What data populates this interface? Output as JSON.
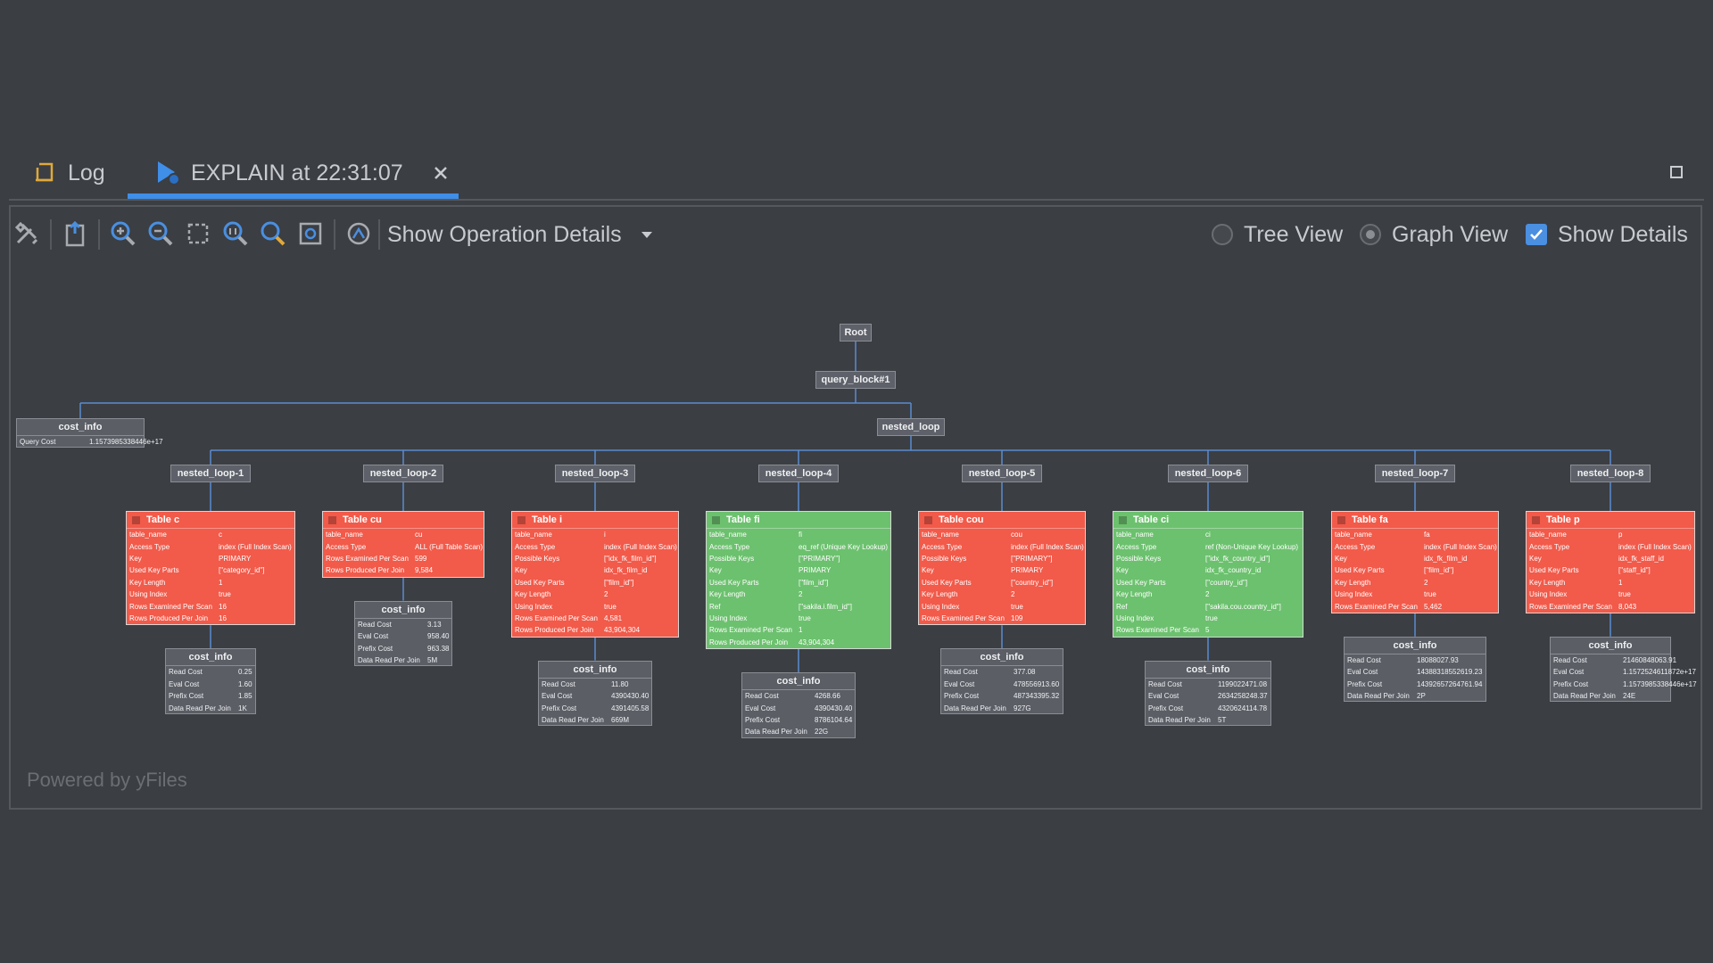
{
  "tabs": [
    {
      "label": "Log",
      "icon": "log-icon"
    },
    {
      "label": "EXPLAIN at 22:31:07",
      "icon": "explain-run-icon"
    }
  ],
  "toolbar": {
    "tools": [
      "settings-icon",
      "export-icon",
      "zoom-in-icon",
      "zoom-out-icon",
      "select-area-icon",
      "actual-size-icon",
      "find-icon",
      "fit-content-icon",
      "layout-icon"
    ],
    "details_dropdown": "Show Operation Details",
    "tree_view": "Tree View",
    "graph_view": "Graph View",
    "show_details": "Show Details",
    "selected_view": "Graph View",
    "show_details_checked": true
  },
  "footer": {
    "powered": "Powered by yFiles"
  },
  "colors": {
    "red": "#f25a4a",
    "green": "#6cc16e",
    "accent": "#3f8ee8"
  },
  "graph": {
    "root": "Root",
    "query_block": "query_block#1",
    "top_cost": {
      "title": "cost_info",
      "rows": [
        [
          "Query Cost",
          "1.1573985338446e+17"
        ]
      ]
    },
    "nested_loop": "nested_loop",
    "loops": [
      "nested_loop-1",
      "nested_loop-2",
      "nested_loop-3",
      "nested_loop-4",
      "nested_loop-5",
      "nested_loop-6",
      "nested_loop-7",
      "nested_loop-8"
    ],
    "tables": [
      {
        "title": "Table c",
        "color": "red",
        "rows": [
          [
            "table_name",
            "c"
          ],
          [
            "Access Type",
            "index (Full Index Scan)"
          ],
          [
            "Key",
            "PRIMARY"
          ],
          [
            "Used Key Parts",
            "[\"category_id\"]"
          ],
          [
            "Key Length",
            "1"
          ],
          [
            "Using Index",
            "true"
          ],
          [
            "Rows Examined Per Scan",
            "16"
          ],
          [
            "Rows Produced Per Join",
            "16"
          ]
        ],
        "cost": [
          [
            "Read Cost",
            "0.25"
          ],
          [
            "Eval Cost",
            "1.60"
          ],
          [
            "Prefix Cost",
            "1.85"
          ],
          [
            "Data Read Per Join",
            "1K"
          ]
        ]
      },
      {
        "title": "Table cu",
        "color": "red",
        "rows": [
          [
            "table_name",
            "cu"
          ],
          [
            "Access Type",
            "ALL (Full Table Scan)"
          ],
          [
            "Rows Examined Per Scan",
            "599"
          ],
          [
            "Rows Produced Per Join",
            "9,584"
          ]
        ],
        "cost": [
          [
            "Read Cost",
            "3.13"
          ],
          [
            "Eval Cost",
            "958.40"
          ],
          [
            "Prefix Cost",
            "963.38"
          ],
          [
            "Data Read Per Join",
            "5M"
          ]
        ]
      },
      {
        "title": "Table i",
        "color": "red",
        "rows": [
          [
            "table_name",
            "i"
          ],
          [
            "Access Type",
            "index (Full Index Scan)"
          ],
          [
            "Possible Keys",
            "[\"idx_fk_film_id\"]"
          ],
          [
            "Key",
            "idx_fk_film_id"
          ],
          [
            "Used Key Parts",
            "[\"film_id\"]"
          ],
          [
            "Key Length",
            "2"
          ],
          [
            "Using Index",
            "true"
          ],
          [
            "Rows Examined Per Scan",
            "4,581"
          ],
          [
            "Rows Produced Per Join",
            "43,904,304"
          ]
        ],
        "cost": [
          [
            "Read Cost",
            "11.80"
          ],
          [
            "Eval Cost",
            "4390430.40"
          ],
          [
            "Prefix Cost",
            "4391405.58"
          ],
          [
            "Data Read Per Join",
            "669M"
          ]
        ]
      },
      {
        "title": "Table fi",
        "color": "green",
        "rows": [
          [
            "table_name",
            "fi"
          ],
          [
            "Access Type",
            "eq_ref (Unique Key Lookup)"
          ],
          [
            "Possible Keys",
            "[\"PRIMARY\"]"
          ],
          [
            "Key",
            "PRIMARY"
          ],
          [
            "Used Key Parts",
            "[\"film_id\"]"
          ],
          [
            "Key Length",
            "2"
          ],
          [
            "Ref",
            "[\"sakila.i.film_id\"]"
          ],
          [
            "Using Index",
            "true"
          ],
          [
            "Rows Examined Per Scan",
            "1"
          ],
          [
            "Rows Produced Per Join",
            "43,904,304"
          ]
        ],
        "cost": [
          [
            "Read Cost",
            "4268.66"
          ],
          [
            "Eval Cost",
            "4390430.40"
          ],
          [
            "Prefix Cost",
            "8786104.64"
          ],
          [
            "Data Read Per Join",
            "22G"
          ]
        ]
      },
      {
        "title": "Table cou",
        "color": "red",
        "rows": [
          [
            "table_name",
            "cou"
          ],
          [
            "Access Type",
            "index (Full Index Scan)"
          ],
          [
            "Possible Keys",
            "[\"PRIMARY\"]"
          ],
          [
            "Key",
            "PRIMARY"
          ],
          [
            "Used Key Parts",
            "[\"country_id\"]"
          ],
          [
            "Key Length",
            "2"
          ],
          [
            "Using Index",
            "true"
          ],
          [
            "Rows Examined Per Scan",
            "109"
          ]
        ],
        "cost": [
          [
            "Read Cost",
            "377.08"
          ],
          [
            "Eval Cost",
            "478556913.60"
          ],
          [
            "Prefix Cost",
            "487343395.32"
          ],
          [
            "Data Read Per Join",
            "927G"
          ]
        ]
      },
      {
        "title": "Table ci",
        "color": "green",
        "rows": [
          [
            "table_name",
            "ci"
          ],
          [
            "Access Type",
            "ref (Non-Unique Key Lookup)"
          ],
          [
            "Possible Keys",
            "[\"idx_fk_country_id\"]"
          ],
          [
            "Key",
            "idx_fk_country_id"
          ],
          [
            "Used Key Parts",
            "[\"country_id\"]"
          ],
          [
            "Key Length",
            "2"
          ],
          [
            "Ref",
            "[\"sakila.cou.country_id\"]"
          ],
          [
            "Using Index",
            "true"
          ],
          [
            "Rows Examined Per Scan",
            "5"
          ]
        ],
        "cost": [
          [
            "Read Cost",
            "1199022471.08"
          ],
          [
            "Eval Cost",
            "2634258248.37"
          ],
          [
            "Prefix Cost",
            "4320624114.78"
          ],
          [
            "Data Read Per Join",
            "5T"
          ]
        ]
      },
      {
        "title": "Table fa",
        "color": "red",
        "rows": [
          [
            "table_name",
            "fa"
          ],
          [
            "Access Type",
            "index (Full Index Scan)"
          ],
          [
            "Key",
            "idx_fk_film_id"
          ],
          [
            "Used Key Parts",
            "[\"film_id\"]"
          ],
          [
            "Key Length",
            "2"
          ],
          [
            "Using Index",
            "true"
          ],
          [
            "Rows Examined Per Scan",
            "5,462"
          ]
        ],
        "cost": [
          [
            "Read Cost",
            "18088027.93"
          ],
          [
            "Eval Cost",
            "14388318552619.23"
          ],
          [
            "Prefix Cost",
            "14392657264761.94"
          ],
          [
            "Data Read Per Join",
            "2P"
          ]
        ]
      },
      {
        "title": "Table p",
        "color": "red",
        "rows": [
          [
            "table_name",
            "p"
          ],
          [
            "Access Type",
            "index (Full Index Scan)"
          ],
          [
            "Key",
            "idx_fk_staff_id"
          ],
          [
            "Used Key Parts",
            "[\"staff_id\"]"
          ],
          [
            "Key Length",
            "1"
          ],
          [
            "Using Index",
            "true"
          ],
          [
            "Rows Examined Per Scan",
            "8,043"
          ]
        ],
        "cost": [
          [
            "Read Cost",
            "21460848063.91"
          ],
          [
            "Eval Cost",
            "1.1572524611872e+17"
          ],
          [
            "Prefix Cost",
            "1.1573985338446e+17"
          ],
          [
            "Data Read Per Join",
            "24E"
          ]
        ]
      }
    ]
  }
}
